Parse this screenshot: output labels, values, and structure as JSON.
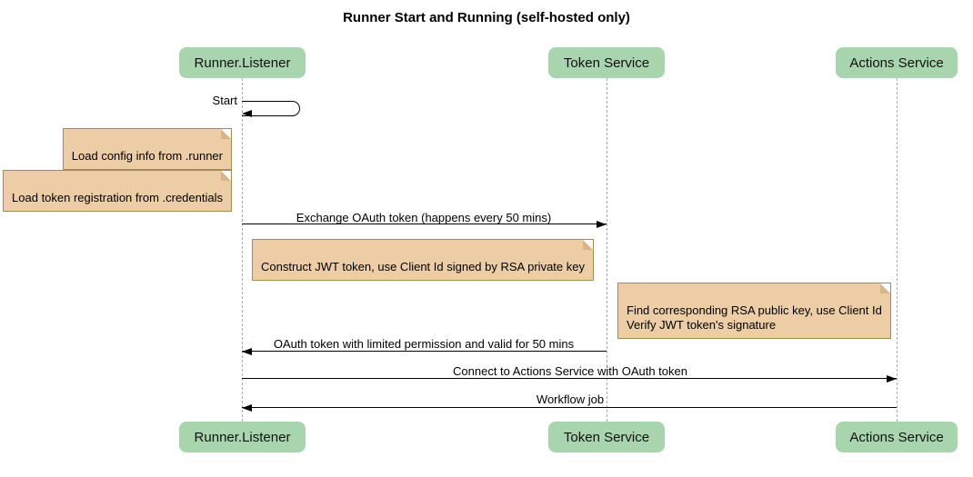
{
  "title": "Runner Start and Running (self-hosted only)",
  "participants": [
    {
      "name": "Runner.Listener"
    },
    {
      "name": "Token Service"
    },
    {
      "name": "Actions Service"
    }
  ],
  "messages": [
    {
      "label": "Start",
      "from": "Runner.Listener",
      "to": "Runner.Listener",
      "kind": "self"
    },
    {
      "label": "Exchange OAuth token (happens every 50 mins)",
      "from": "Runner.Listener",
      "to": "Token Service",
      "kind": "solid-arrow"
    },
    {
      "label": "OAuth token with limited permission and valid for 50 mins",
      "from": "Token Service",
      "to": "Runner.Listener",
      "kind": "solid-arrow"
    },
    {
      "label": "Connect to Actions Service with OAuth token",
      "from": "Runner.Listener",
      "to": "Actions Service",
      "kind": "solid-arrow"
    },
    {
      "label": "Workflow job",
      "from": "Actions Service",
      "to": "Runner.Listener",
      "kind": "solid-arrow"
    }
  ],
  "notes": [
    {
      "text": "Load config info from .runner",
      "position": "left of Runner.Listener"
    },
    {
      "text": "Load token registration from .credentials",
      "position": "left of Runner.Listener"
    },
    {
      "text": "Construct JWT token, use Client Id signed by RSA private key",
      "position": "right of Runner.Listener"
    },
    {
      "text": "Find corresponding RSA public key, use Client Id\nVerify JWT token's signature",
      "position": "right of Token Service"
    }
  ],
  "colors": {
    "participant_fill": "#a8d5ad",
    "note_fill": "#eccda6",
    "note_border": "#a98a56",
    "note_fold": "#d9b488",
    "lifeline": "#ababab",
    "arrow": "#000000",
    "background": "#ffffff"
  }
}
